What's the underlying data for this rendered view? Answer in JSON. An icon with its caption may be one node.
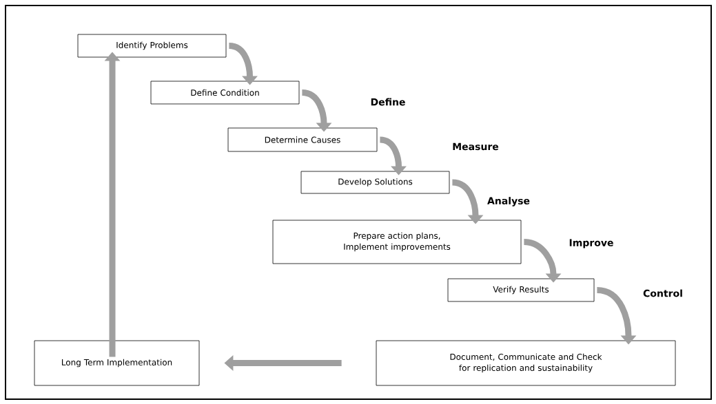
{
  "diagram": {
    "nodes": [
      {
        "text": [
          "Identify Problems"
        ]
      },
      {
        "text": [
          "Define Condition"
        ]
      },
      {
        "text": [
          "Determine Causes"
        ]
      },
      {
        "text": [
          "Develop Solutions"
        ]
      },
      {
        "text": [
          "Prepare action plans, Implement improvements"
        ]
      },
      {
        "text": [
          "Verify Results"
        ]
      },
      {
        "text": [
          "Document, Communicate and Check for replication and sustainability"
        ]
      },
      {
        "text": [
          "Long Term Implementation"
        ]
      }
    ],
    "edges": [
      {
        "from": 0,
        "to": 1,
        "arrow": "to"
      },
      {
        "from": 1,
        "to": 2,
        "arrow": "to"
      },
      {
        "from": 2,
        "to": 3,
        "arrow": "to"
      },
      {
        "from": 3,
        "to": 4,
        "arrow": "to"
      },
      {
        "from": 4,
        "to": 5,
        "arrow": "to"
      },
      {
        "from": 5,
        "to": 6,
        "arrow": "to"
      },
      {
        "from": 6,
        "to": 7,
        "arrow": "to"
      },
      {
        "from": 7,
        "to": 0,
        "arrow": "to"
      }
    ],
    "labels": [
      "Define",
      "Measure",
      "Analyse",
      "Improve",
      "Control"
    ]
  }
}
